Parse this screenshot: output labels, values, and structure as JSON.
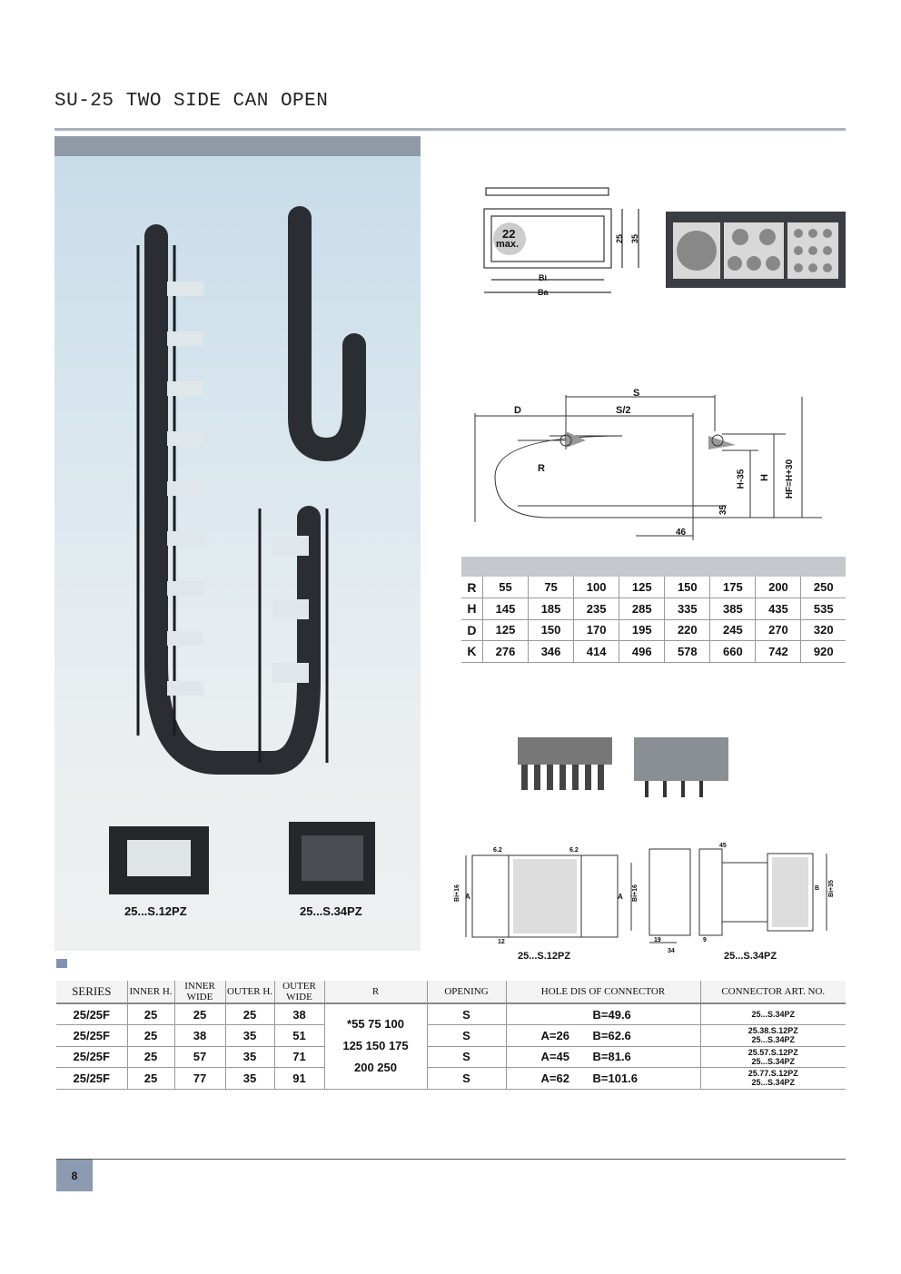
{
  "title": "SU-25 TWO SIDE CAN OPEN",
  "photo": {
    "caption_left": "25...S.12PZ",
    "caption_right": "25...S.34PZ"
  },
  "section_diagram": {
    "label_max_top": "22",
    "label_max_bottom": "max.",
    "bi": "Bi",
    "ba": "Ba",
    "h1": "25",
    "h2": "35"
  },
  "travel_diagram": {
    "s": "S",
    "s2": "S/2",
    "d": "D",
    "r": "R",
    "h35": "H-35",
    "h": "H",
    "hf": "HF=H+30",
    "dim35": "35",
    "dim46": "46"
  },
  "r_table": {
    "rows": [
      {
        "label": "R",
        "values": [
          "55",
          "75",
          "100",
          "125",
          "150",
          "175",
          "200",
          "250"
        ]
      },
      {
        "label": "H",
        "values": [
          "145",
          "185",
          "235",
          "285",
          "335",
          "385",
          "435",
          "535"
        ]
      },
      {
        "label": "D",
        "values": [
          "125",
          "150",
          "170",
          "195",
          "220",
          "245",
          "270",
          "320"
        ]
      },
      {
        "label": "K",
        "values": [
          "276",
          "346",
          "414",
          "496",
          "578",
          "660",
          "742",
          "920"
        ]
      }
    ]
  },
  "connector_drawings": {
    "left_caption": "25...S.12PZ",
    "right_caption": "25...S.34PZ",
    "a": "A",
    "bi16": "Bi+16",
    "bi35": "Bi+35",
    "d62": "6.2",
    "d12": "12",
    "d19": "19",
    "d34": "34",
    "d45": "45",
    "d9": "9",
    "b": "B"
  },
  "spec_table": {
    "headers": [
      "SERIES",
      "INNER H.",
      "INNER WIDE",
      "OUTER H.",
      "OUTER WIDE",
      "R",
      "OPENING",
      "HOLE DIS OF CONNECTOR",
      "CONNECTOR ART. NO."
    ],
    "r_values": [
      "*55 75 100",
      "125 150 175",
      "200 250"
    ],
    "rows": [
      {
        "series": "25/25F",
        "inner_h": "25",
        "inner_w": "25",
        "outer_h": "25",
        "outer_w": "38",
        "opening": "S",
        "a": "",
        "b": "B=49.6",
        "art1": "25...S.34PZ",
        "art2": ""
      },
      {
        "series": "25/25F",
        "inner_h": "25",
        "inner_w": "38",
        "outer_h": "35",
        "outer_w": "51",
        "opening": "S",
        "a": "A=26",
        "b": "B=62.6",
        "art1": "25.38.S.12PZ",
        "art2": "25...S.34PZ"
      },
      {
        "series": "25/25F",
        "inner_h": "25",
        "inner_w": "57",
        "outer_h": "35",
        "outer_w": "71",
        "opening": "S",
        "a": "A=45",
        "b": "B=81.6",
        "art1": "25.57.S.12PZ",
        "art2": "25...S.34PZ"
      },
      {
        "series": "25/25F",
        "inner_h": "25",
        "inner_w": "77",
        "outer_h": "35",
        "outer_w": "91",
        "opening": "S",
        "a": "A=62",
        "b": "B=101.6",
        "art1": "25.77.S.12PZ",
        "art2": "25...S.34PZ"
      }
    ]
  },
  "page_number": "8"
}
